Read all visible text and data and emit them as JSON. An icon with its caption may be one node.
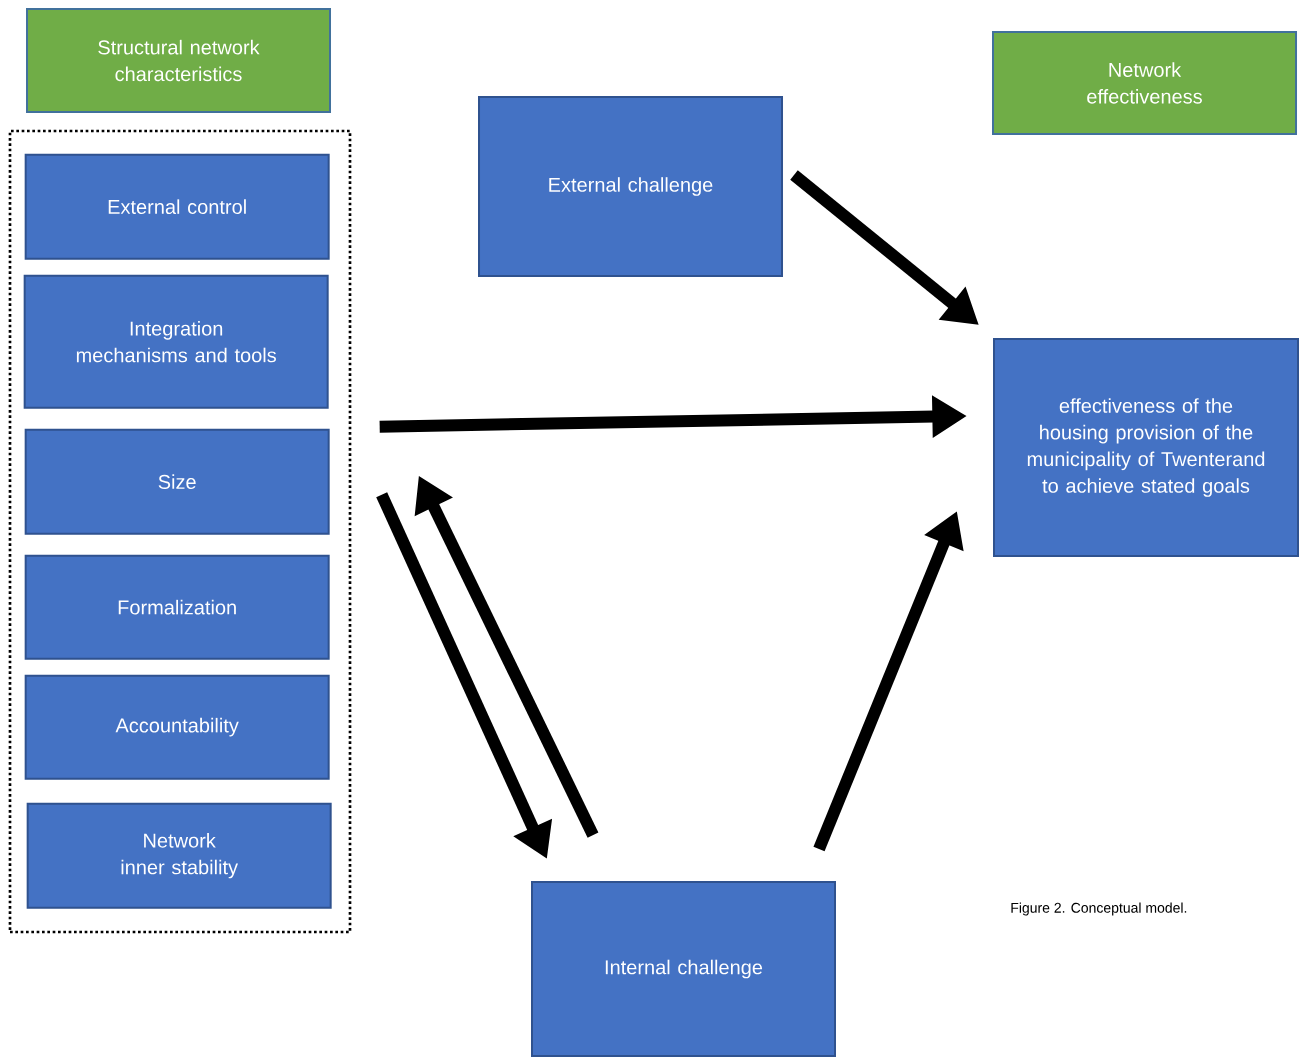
{
  "diagram": {
    "caption": "Figure 2. Conceptual model.",
    "nodes": [
      {
        "text": [
          "Structural network characteristics"
        ]
      },
      {
        "text": [],
        "shape": "box"
      },
      {
        "text": [
          "External control"
        ],
        "in": 1
      },
      {
        "text": [
          "Integration mechanisms and tools"
        ],
        "in": 1
      },
      {
        "text": [
          "Size"
        ],
        "in": 1
      },
      {
        "text": [
          "Formalization"
        ],
        "in": 1
      },
      {
        "text": [
          "Accountability"
        ],
        "in": 1
      },
      {
        "text": [
          "Network inner stability"
        ],
        "in": 1
      },
      {
        "text": [
          "External challenge"
        ]
      },
      {
        "text": [
          "Network effectiveness"
        ]
      },
      {
        "text": [
          "effectiveness of the housing provision of the municipality of Twenterand to achieve stated goals"
        ]
      },
      {
        "text": [
          "Internal challenge"
        ]
      }
    ],
    "edges": [
      {
        "from": 8,
        "to": 10,
        "arrow": "to"
      },
      {
        "from": 1,
        "to": 10,
        "arrow": "to"
      },
      {
        "from": 1,
        "to": 11,
        "arrow": "to"
      },
      {
        "from": 11,
        "to": 1,
        "arrow": "to"
      },
      {
        "from": 11,
        "to": 10,
        "arrow": "to"
      }
    ]
  }
}
